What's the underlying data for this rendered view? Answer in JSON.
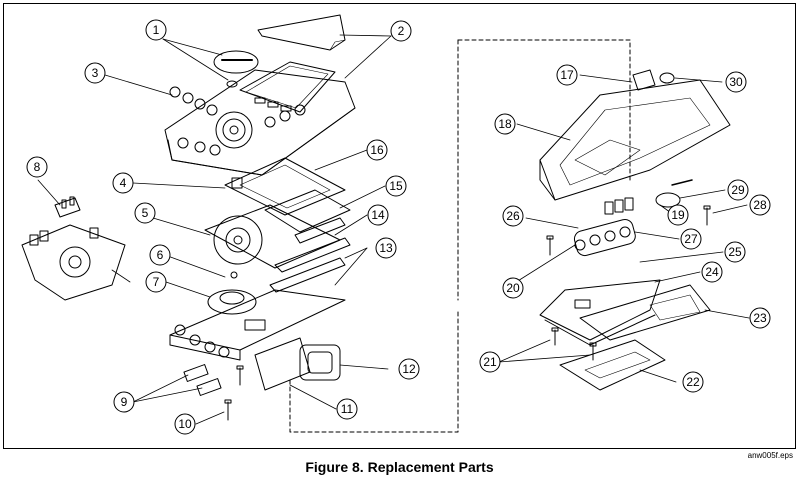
{
  "figure": {
    "caption": "Figure 8. Replacement Parts",
    "file_name": "anw005f.eps"
  },
  "callouts": [
    "1",
    "2",
    "3",
    "4",
    "5",
    "6",
    "7",
    "8",
    "9",
    "10",
    "11",
    "12",
    "13",
    "14",
    "15",
    "16",
    "17",
    "18",
    "19",
    "20",
    "21",
    "22",
    "23",
    "24",
    "25",
    "26",
    "27",
    "28",
    "29",
    "30"
  ]
}
